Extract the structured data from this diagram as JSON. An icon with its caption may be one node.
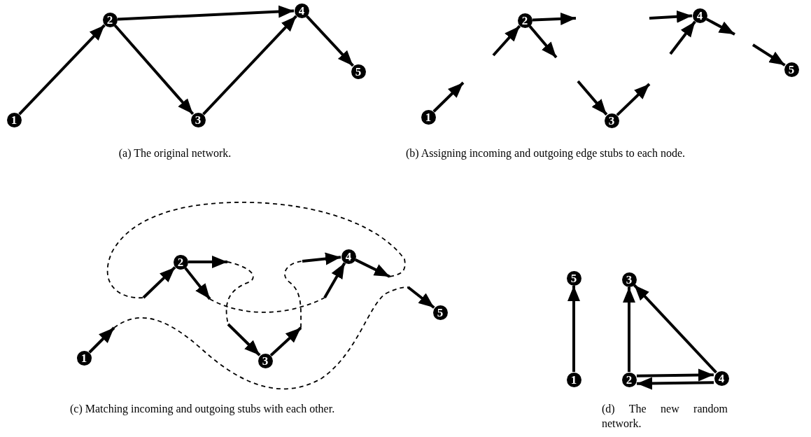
{
  "diagram": {
    "nodes": [
      {
        "text": [
          "1"
        ]
      },
      {
        "text": [
          "2"
        ]
      },
      {
        "text": [
          "3"
        ]
      },
      {
        "text": [
          "4"
        ]
      },
      {
        "text": [
          "5"
        ]
      },
      {
        "text": [
          "1"
        ]
      },
      {
        "text": [
          "2"
        ]
      },
      {
        "text": [
          "3"
        ]
      },
      {
        "text": [
          "4"
        ]
      },
      {
        "text": [
          "5"
        ]
      },
      {
        "text": [
          "1"
        ]
      },
      {
        "text": [
          "2"
        ]
      },
      {
        "text": [
          "3"
        ]
      },
      {
        "text": [
          "4"
        ]
      },
      {
        "text": [
          "5"
        ]
      },
      {
        "text": [
          "5"
        ]
      },
      {
        "text": [
          "3"
        ]
      },
      {
        "text": [
          "1"
        ]
      },
      {
        "text": [
          "2"
        ]
      },
      {
        "text": [
          "4"
        ]
      }
    ],
    "edges": [
      {
        "from": 0,
        "to": 1,
        "arrow": "to"
      },
      {
        "from": 1,
        "to": 3,
        "arrow": "to"
      },
      {
        "from": 1,
        "to": 2,
        "arrow": "to"
      },
      {
        "from": 2,
        "to": 3,
        "arrow": "to"
      },
      {
        "from": 3,
        "to": 4,
        "arrow": "to"
      },
      {
        "from": 5,
        "to": null,
        "arrow": "to"
      },
      {
        "from": null,
        "to": 6,
        "arrow": "to"
      },
      {
        "from": 6,
        "to": null,
        "arrow": "to"
      },
      {
        "from": 6,
        "to": null,
        "arrow": "to"
      },
      {
        "from": null,
        "to": 7,
        "arrow": "to"
      },
      {
        "from": 7,
        "to": null,
        "arrow": "to"
      },
      {
        "from": null,
        "to": 8,
        "arrow": "to"
      },
      {
        "from": null,
        "to": 8,
        "arrow": "to"
      },
      {
        "from": 8,
        "to": null,
        "arrow": "to"
      },
      {
        "from": null,
        "to": 9,
        "arrow": "to"
      },
      {
        "from": 10,
        "to": 14,
        "arrow": "to",
        "style": "dashed"
      },
      {
        "from": 13,
        "to": 11,
        "arrow": "to",
        "style": "dashed"
      },
      {
        "from": 11,
        "to": 12,
        "arrow": "to",
        "style": "dashed"
      },
      {
        "from": 11,
        "to": 13,
        "arrow": "to",
        "style": "dashed"
      },
      {
        "from": 12,
        "to": 13,
        "arrow": "to",
        "style": "dashed"
      },
      {
        "from": 17,
        "to": 15,
        "arrow": "to"
      },
      {
        "from": 18,
        "to": 16,
        "arrow": "to"
      },
      {
        "from": 19,
        "to": 16,
        "arrow": "to"
      },
      {
        "from": 18,
        "to": 19,
        "arrow": "to"
      },
      {
        "from": 19,
        "to": 18,
        "arrow": "to"
      }
    ],
    "labels": [
      "(a) The original network.",
      "(b) Assigning incoming and outgoing edge stubs to each node.",
      "(c) Matching incoming and outgoing stubs with each other.",
      "(d) The new random network."
    ]
  }
}
